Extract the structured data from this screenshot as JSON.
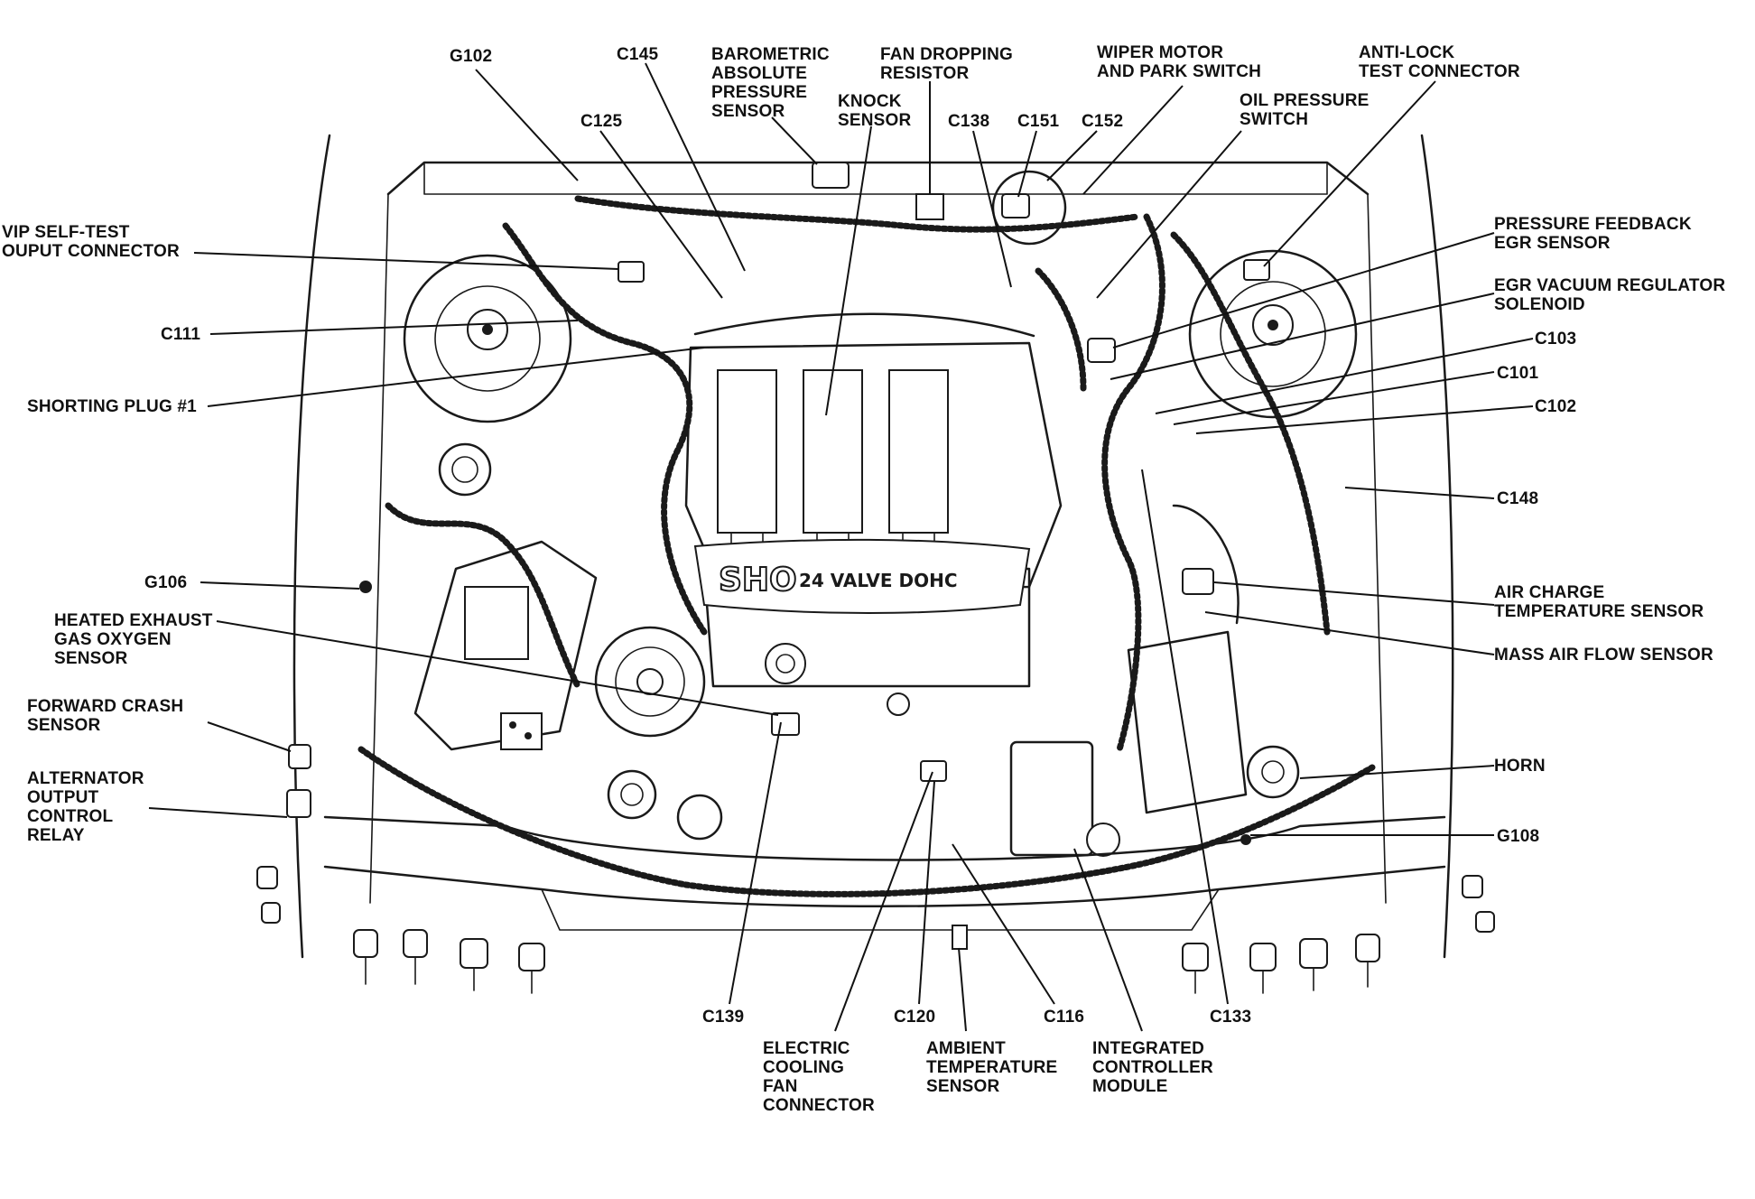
{
  "engine_marking": {
    "model": "SHO",
    "spec": "24 VALVE DOHC"
  },
  "labels": {
    "g102": [
      "G102"
    ],
    "c145": [
      "C145"
    ],
    "c125": [
      "C125"
    ],
    "barometric": [
      "BAROMETRIC",
      "ABSOLUTE",
      "PRESSURE",
      "SENSOR"
    ],
    "fan_resistor": [
      "FAN DROPPING",
      "RESISTOR"
    ],
    "knock": [
      "KNOCK",
      "SENSOR"
    ],
    "c138": [
      "C138"
    ],
    "c151": [
      "C151"
    ],
    "c152": [
      "C152"
    ],
    "wiper": [
      "WIPER MOTOR",
      "AND PARK SWITCH"
    ],
    "oil_pressure": [
      "OIL PRESSURE",
      "SWITCH"
    ],
    "antilock": [
      "ANTI-LOCK",
      "TEST CONNECTOR"
    ],
    "vip": [
      "VIP SELF-TEST",
      "OUPUT CONNECTOR"
    ],
    "c111": [
      "C111"
    ],
    "shorting_plug": [
      "SHORTING PLUG #1"
    ],
    "g106": [
      "G106"
    ],
    "heated_exhaust": [
      "HEATED EXHAUST",
      "GAS OXYGEN",
      "SENSOR"
    ],
    "forward_crash": [
      "FORWARD CRASH",
      "SENSOR"
    ],
    "alternator": [
      "ALTERNATOR",
      "OUTPUT",
      "CONTROL",
      "RELAY"
    ],
    "pressure_feedback": [
      "PRESSURE FEEDBACK",
      "EGR SENSOR"
    ],
    "egr_vacuum": [
      "EGR VACUUM REGULATOR",
      "SOLENOID"
    ],
    "c103": [
      "C103"
    ],
    "c101": [
      "C101"
    ],
    "c102": [
      "C102"
    ],
    "c148": [
      "C148"
    ],
    "air_charge": [
      "AIR CHARGE",
      "TEMPERATURE SENSOR"
    ],
    "maf": [
      "MASS AIR FLOW SENSOR"
    ],
    "horn": [
      "HORN"
    ],
    "g108": [
      "G108"
    ],
    "c139": [
      "C139"
    ],
    "cooling_fan": [
      "ELECTRIC",
      "COOLING",
      "FAN",
      "CONNECTOR"
    ],
    "c120": [
      "C120"
    ],
    "ambient": [
      "AMBIENT",
      "TEMPERATURE",
      "SENSOR"
    ],
    "c116": [
      "C116"
    ],
    "icm": [
      "INTEGRATED",
      "CONTROLLER",
      "MODULE"
    ],
    "c133": [
      "C133"
    ]
  }
}
